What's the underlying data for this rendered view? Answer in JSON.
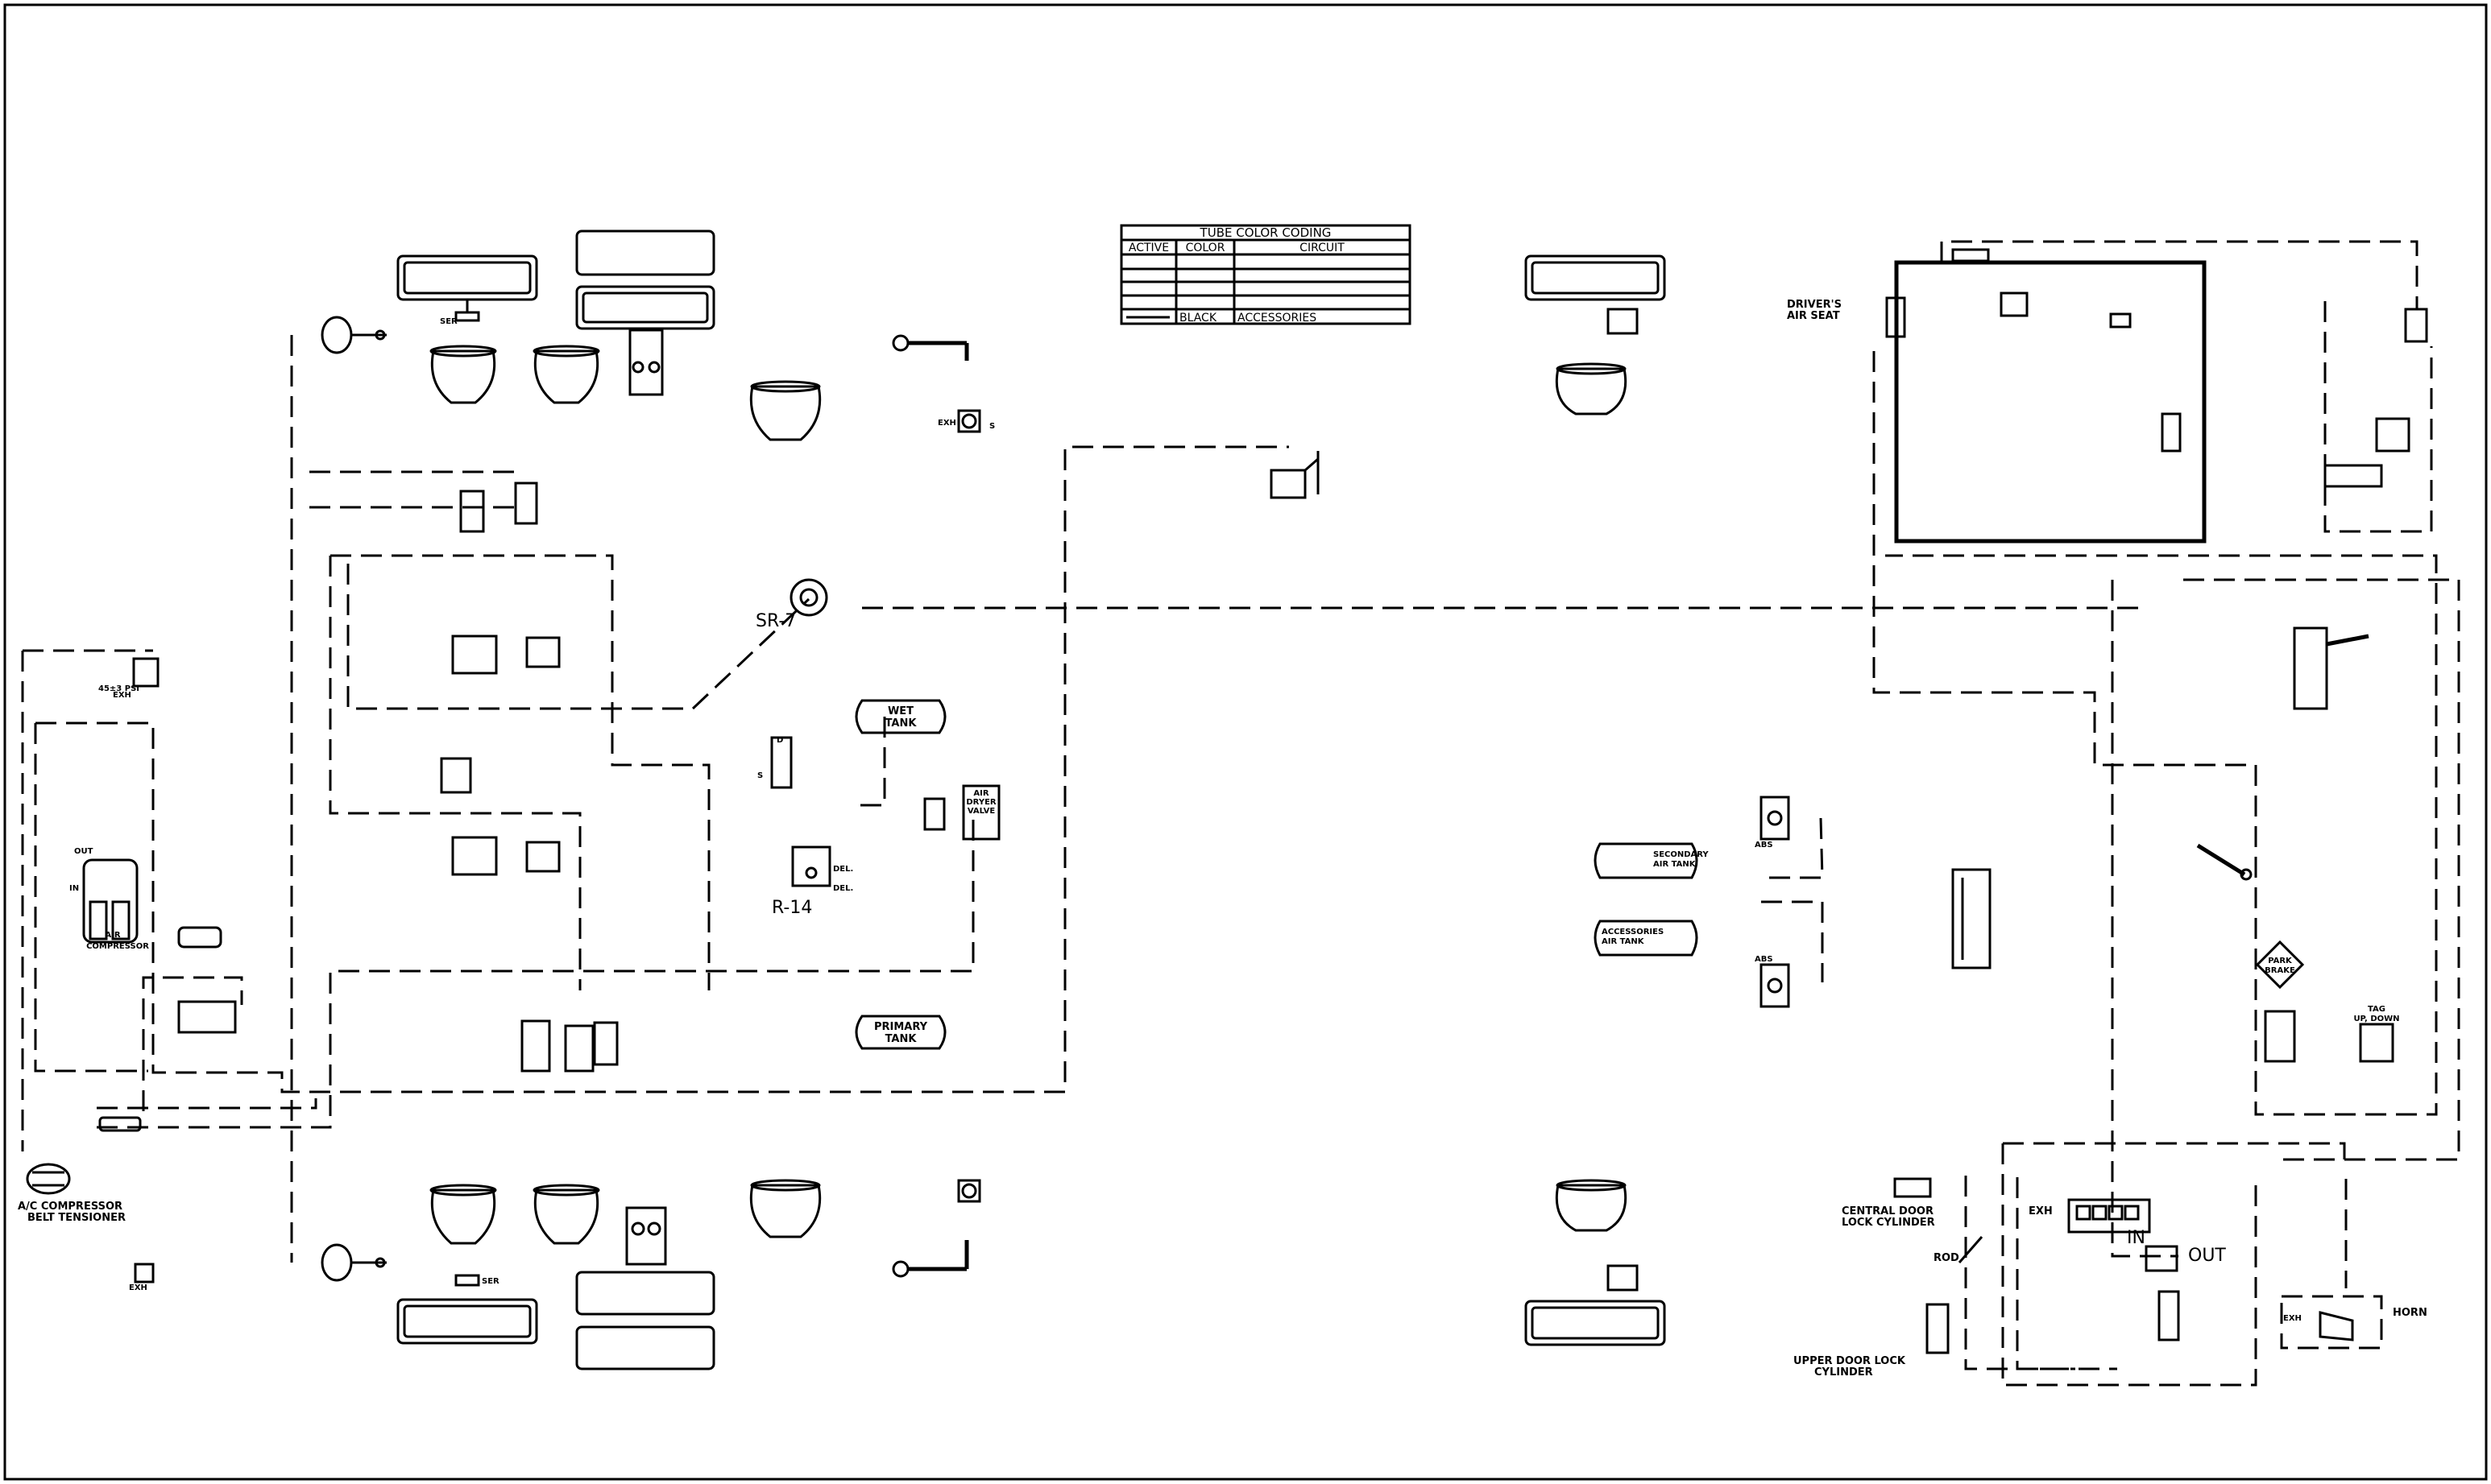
{
  "legend": {
    "title": "TUBE COLOR CODING",
    "headers": [
      "ACTIVE",
      "COLOR",
      "CIRCUIT"
    ],
    "rows": [
      {
        "color": "",
        "circuit": ""
      },
      {
        "color": "",
        "circuit": ""
      },
      {
        "color": "",
        "circuit": ""
      },
      {
        "color": "",
        "circuit": ""
      },
      {
        "color": "BLACK",
        "circuit": "ACCESSORIES"
      }
    ]
  },
  "labels": {
    "ac_tensioner": "A/C COMPRESSOR",
    "ac_tensioner_2": "BELT TENSIONER",
    "air_compressor": "AIR",
    "air_compressor_2": "COMPRESSOR",
    "out": "OUT",
    "in": "IN",
    "psi": "45±3 PSI",
    "sr7": "SR-7",
    "r14": "R-14",
    "wet_tank": "WET",
    "wet_tank_2": "TANK",
    "primary_tank": "PRIMARY",
    "primary_tank_2": "TANK",
    "air_dryer": "AIR",
    "air_dryer_2": "DRYER",
    "air_dryer_3": "VALVE",
    "secondary_tank": "SECONDARY",
    "secondary_tank_2": "AIR TANK",
    "accessories_tank": "ACCESSORIES",
    "accessories_tank_2": "AIR TANK",
    "abs": "ABS",
    "drivers_seat": "DRIVER'S",
    "drivers_seat_2": "AIR SEAT",
    "central_door": "CENTRAL DOOR",
    "central_door_2": "LOCK CYLINDER",
    "rod": "ROD",
    "upper_door": "UPPER DOOR LOCK",
    "upper_door_2": "CYLINDER",
    "horn": "HORN",
    "exh": "EXH",
    "park_brake": "PARK",
    "park_brake_2": "BRAKE",
    "tag": "TAG",
    "tag_2": "UP, DOWN",
    "out2": "OUT",
    "ser": "SER"
  }
}
